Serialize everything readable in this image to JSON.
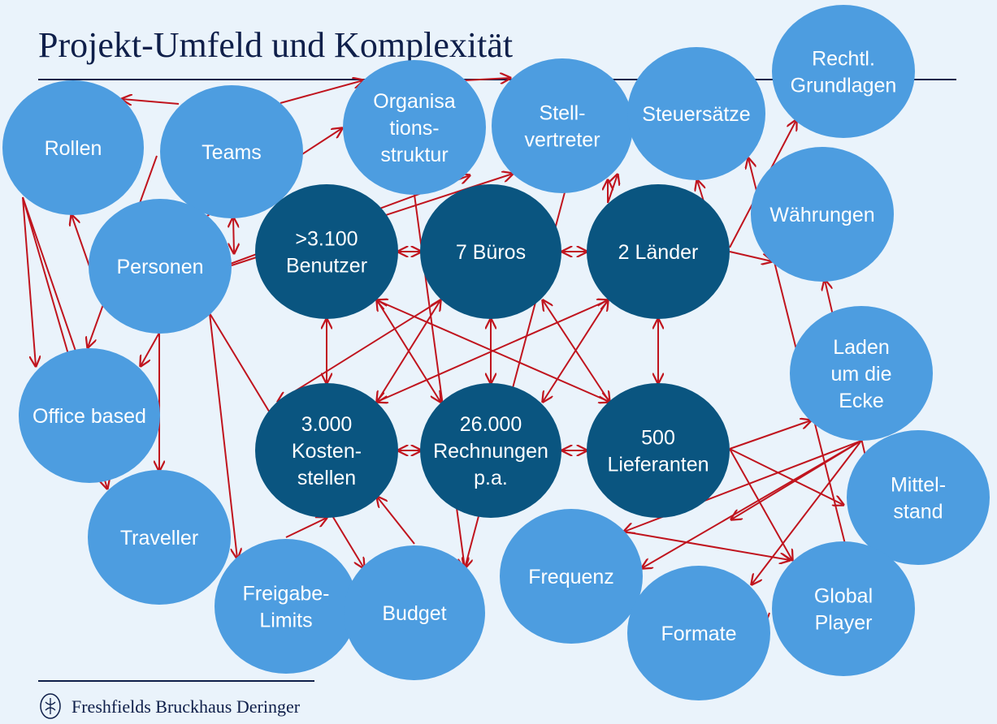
{
  "title": "Projekt-Umfeld und Komplexität",
  "footer": {
    "company": "Freshfields Bruckhaus Deringer"
  },
  "colors": {
    "light_node": "#4d9de0",
    "dark_node": "#0a5580",
    "arrow": "#c0141e",
    "text_dark": "#0f1f4a",
    "background": "#eaf3fb"
  },
  "nodes": {
    "rollen": {
      "lines": [
        "Rollen"
      ]
    },
    "teams": {
      "lines": [
        "Teams"
      ]
    },
    "organisation": {
      "lines": [
        "Organisa",
        "tions-",
        "struktur"
      ]
    },
    "stellvertreter": {
      "lines": [
        "Stell-",
        "vertreter"
      ]
    },
    "steuersaetze": {
      "lines": [
        "Steuersätze"
      ]
    },
    "rechtl": {
      "lines": [
        "Rechtl.",
        "Grundlagen"
      ]
    },
    "personen": {
      "lines": [
        "Personen"
      ]
    },
    "waehrungen": {
      "lines": [
        "Währungen"
      ]
    },
    "benutzer": {
      "lines": [
        ">3.100",
        "Benutzer"
      ]
    },
    "bueros": {
      "lines": [
        "7 Büros"
      ]
    },
    "laender": {
      "lines": [
        "2 Länder"
      ]
    },
    "laden": {
      "lines": [
        "Laden",
        "um die",
        "Ecke"
      ]
    },
    "office": {
      "lines": [
        "Office based"
      ]
    },
    "kosten": {
      "lines": [
        "3.000",
        "Kosten-",
        "stellen"
      ]
    },
    "rechnungen": {
      "lines": [
        "26.000",
        "Rechnungen",
        "p.a."
      ]
    },
    "lieferanten": {
      "lines": [
        "500",
        "Lieferanten"
      ]
    },
    "mittelstand": {
      "lines": [
        "Mittel-",
        "stand"
      ]
    },
    "traveller": {
      "lines": [
        "Traveller"
      ]
    },
    "freigabe": {
      "lines": [
        "Freigabe-",
        "Limits"
      ]
    },
    "budget": {
      "lines": [
        "Budget"
      ]
    },
    "frequenz": {
      "lines": [
        "Frequenz"
      ]
    },
    "formate": {
      "lines": [
        "Formate"
      ]
    },
    "global": {
      "lines": [
        "Global",
        "Player"
      ]
    }
  }
}
